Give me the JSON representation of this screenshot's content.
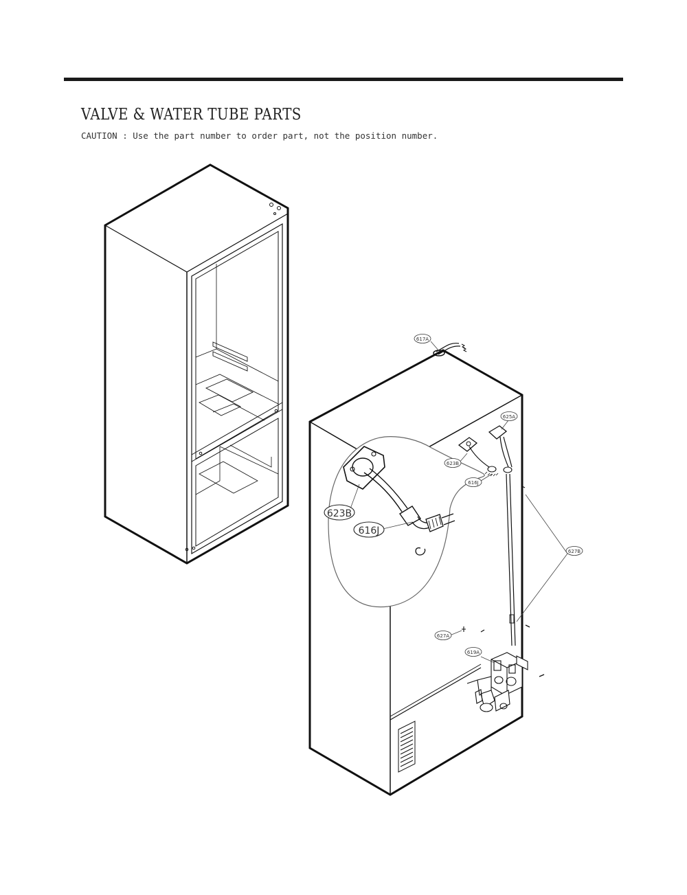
{
  "header": {
    "title": "VALVE & WATER TUBE PARTS",
    "caution": "CAUTION : Use the part number to order part, not the position number."
  },
  "callouts": {
    "c617A": "617A",
    "c625A": "625A",
    "c623B": "623B",
    "c616J": "616J",
    "c627B": "627B",
    "c627A": "627A",
    "c619A": "619A",
    "detail_623B": "623B",
    "detail_616J": "616J"
  }
}
